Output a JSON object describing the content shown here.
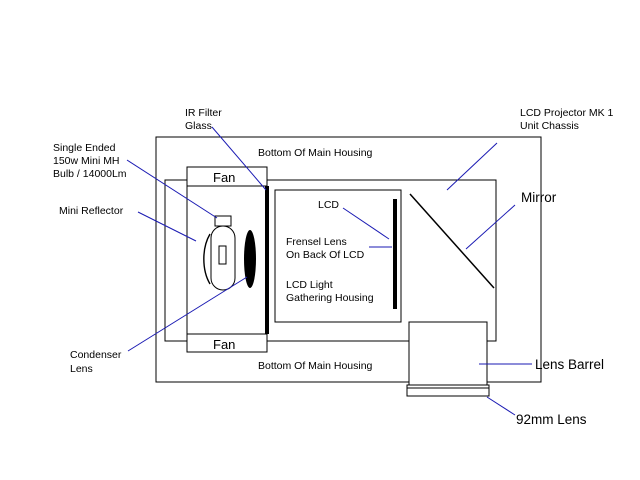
{
  "labels": {
    "ir_filter": [
      "IR Filter",
      "Glass"
    ],
    "lcd_projector": [
      "LCD Projector MK 1",
      "Unit Chassis"
    ],
    "bulb": [
      "Single Ended",
      "150w Mini MH",
      "Bulb / 14000Lm"
    ],
    "mini_reflector": "Mini Reflector",
    "condenser": [
      "Condenser",
      "Lens"
    ],
    "housing_top": "Bottom Of Main Housing",
    "housing_bottom": "Bottom Of Main Housing",
    "fan_top": "Fan",
    "fan_bottom": "Fan",
    "lcd": "LCD",
    "fresnel": [
      "Frensel Lens",
      "On Back Of LCD"
    ],
    "light_housing": [
      "LCD Light",
      "Gathering Housing"
    ],
    "mirror": "Mirror",
    "lens_barrel": "Lens Barrel",
    "lens_92mm": "92mm Lens"
  }
}
